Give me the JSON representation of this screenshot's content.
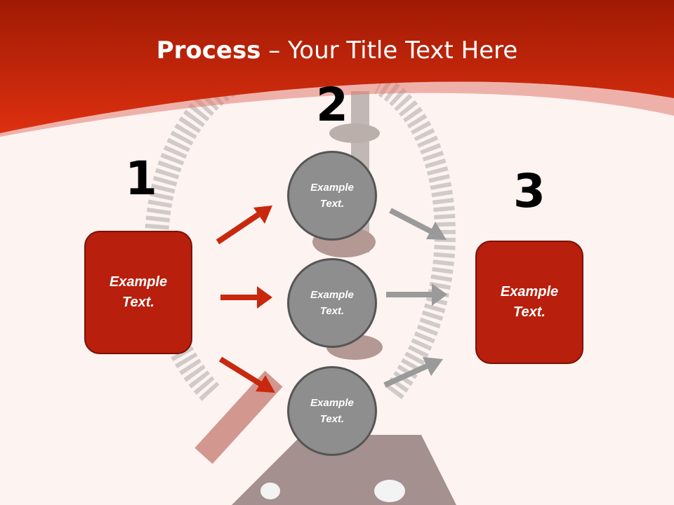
{
  "title": {
    "bold": "Process",
    "rest": " – Your Title Text Here"
  },
  "steps": {
    "one": "1",
    "two": "2",
    "three": "3"
  },
  "boxes": {
    "left": "Example Text.",
    "right": "Example Text."
  },
  "circles": {
    "top": "Example Text.",
    "middle": "Example Text.",
    "bottom": "Example Text."
  },
  "colors": {
    "header_red": "#d42a0a",
    "box_red": "#b81f0c",
    "arrow_red": "#c8280e",
    "arrow_gray": "#9a9a9a",
    "circle_gray": "#8e8e8e"
  }
}
